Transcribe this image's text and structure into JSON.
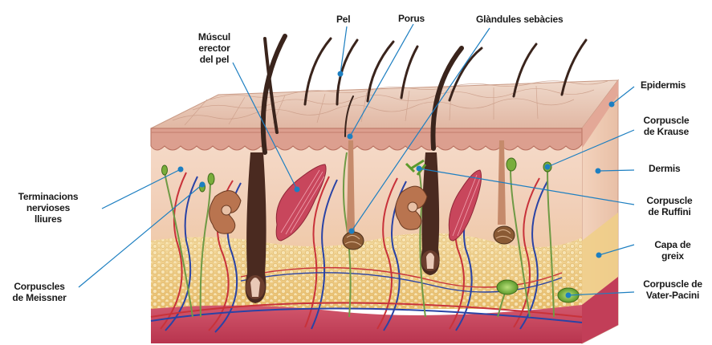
{
  "labels": {
    "pel": "Pel",
    "porus": "Porus",
    "glandules": "Glàndules sebàcies",
    "muscul": "Múscul\nerector\ndel pel",
    "epidermis": "Epidermis",
    "krause": "Corpuscle\nde Krause",
    "dermis": "Dermis",
    "ruffini": "Corpuscle\nde Ruffini",
    "greix": "Capa de\ngreix",
    "pacini": "Corpuscle de\nVater-Pacini",
    "terminacions": "Terminacions\nnervioses\nlliures",
    "meissner": "Corpuscles\nde Meissner"
  },
  "colors": {
    "skin_top": "#e9c9b7",
    "epidermis_pink": "#d99a8a",
    "dermis": "#f3d6c3",
    "fat": "#f3d48e",
    "muscle_layer": "#cc4a62",
    "hair": "#3a241c",
    "nerve_green": "#6f9a45",
    "artery": "#c8323a",
    "vein": "#2a43a5",
    "leader": "#1d7fc1"
  }
}
